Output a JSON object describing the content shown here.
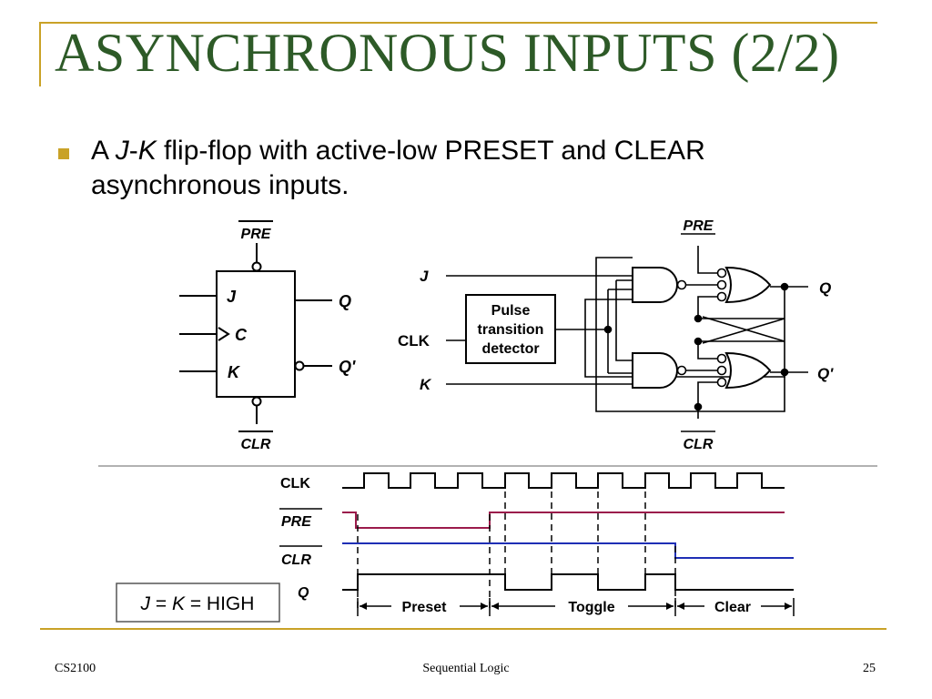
{
  "title": "ASYNCHRONOUS INPUTS (2/2)",
  "bullet": {
    "prefix": "A ",
    "j": "J",
    "dash": "-",
    "k": "K",
    "rest": " flip-flop with active-low PRESET and CLEAR asynchronous inputs."
  },
  "symbol": {
    "pre": "PRE",
    "clr": "CLR",
    "j": "J",
    "c": "C",
    "k": "K",
    "q": "Q",
    "qbar": "Q'"
  },
  "circuit": {
    "pre": "PRE",
    "clr": "CLR",
    "j": "J",
    "clk": "CLK",
    "k": "K",
    "q": "Q",
    "qbar": "Q'",
    "pulse_line1": "Pulse",
    "pulse_line2": "transition",
    "pulse_line3": "detector"
  },
  "timing": {
    "clk": "CLK",
    "pre": "PRE",
    "clr": "CLR",
    "q": "Q",
    "preset": "Preset",
    "toggle": "Toggle",
    "clear": "Clear",
    "condition": {
      "j": "J",
      "eq1": " = ",
      "k": "K",
      "eq2": " = HIGH"
    }
  },
  "colors": {
    "title": "#2d5a27",
    "accent": "#c9a227",
    "pre_signal": "#9b1b4b",
    "clr_signal": "#1f2fb5"
  },
  "footer": {
    "left": "CS2100",
    "center": "Sequential Logic",
    "right": "25"
  }
}
